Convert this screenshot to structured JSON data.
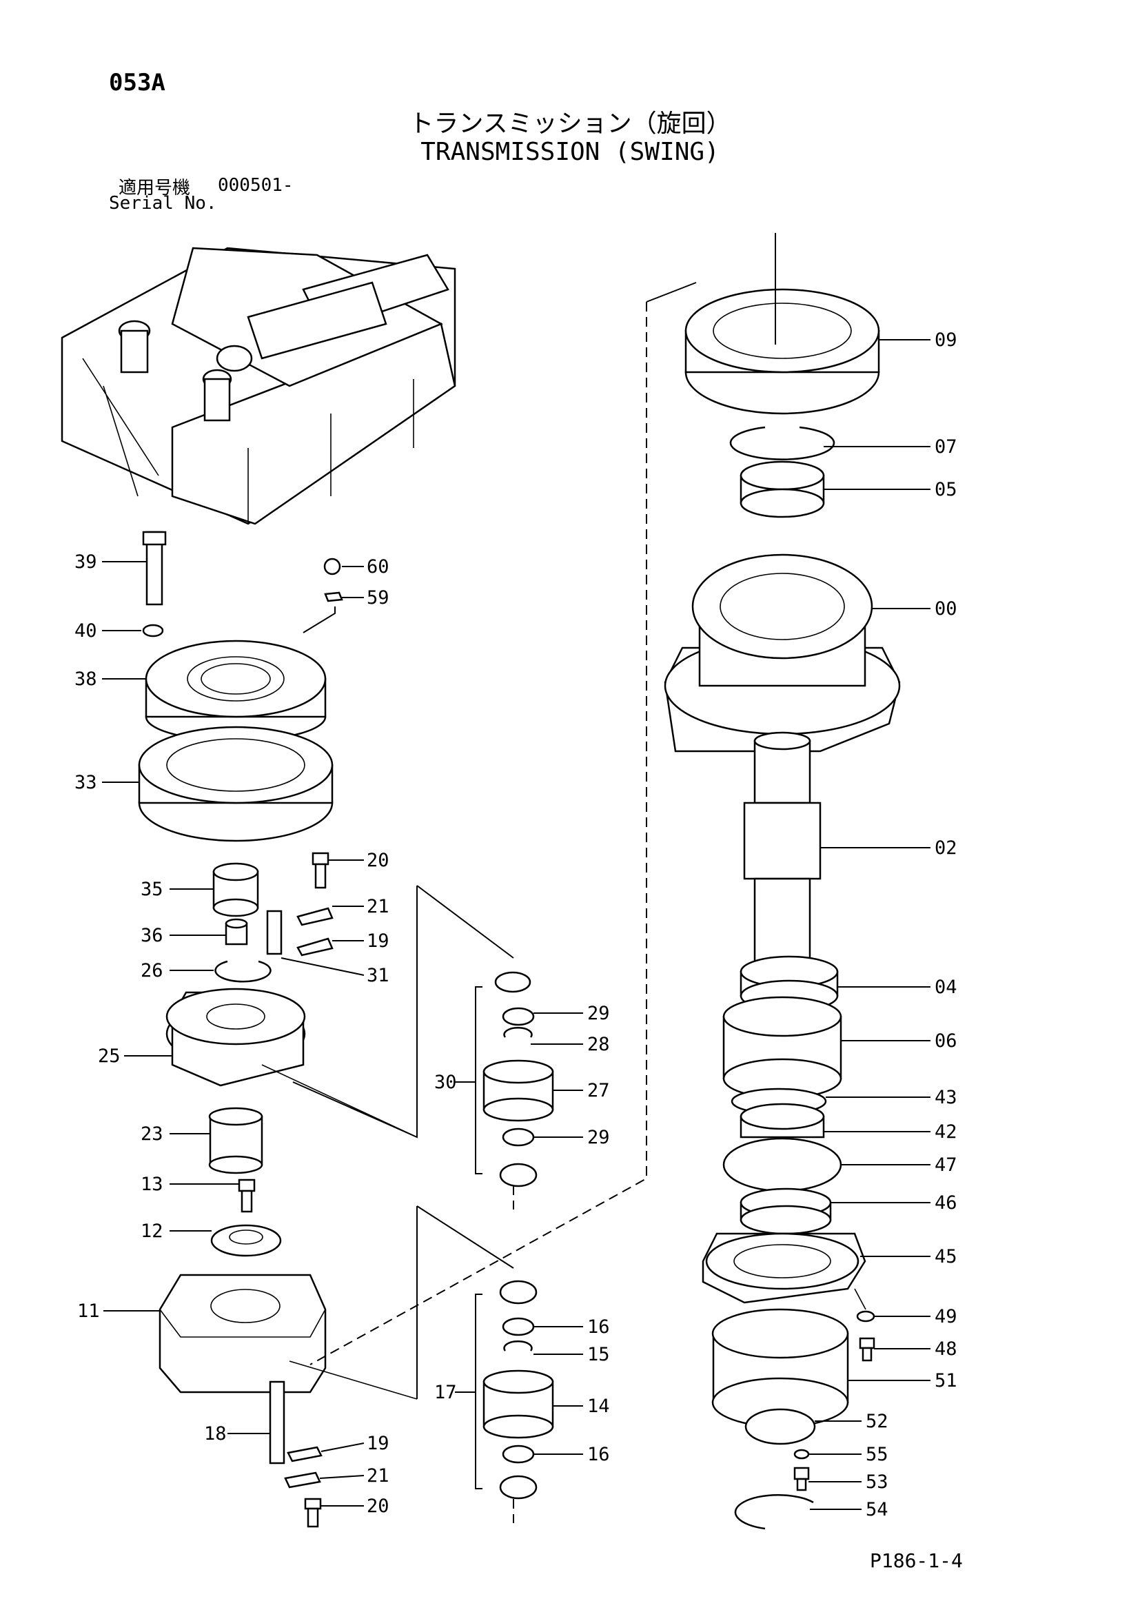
{
  "header": {
    "page_code": "053A",
    "title_jp": "トランスミッション（旋回）",
    "title_en": "TRANSMISSION (SWING)",
    "serial_label_jp": "適用号機",
    "serial_value": "000501-",
    "serial_label_en": "Serial No."
  },
  "footer": {
    "ref": "P186-1-4"
  },
  "callouts": {
    "p39": "39",
    "p40": "40",
    "p38": "38",
    "p33": "33",
    "p60": "60",
    "p59": "59",
    "p35": "35",
    "p36": "36",
    "p26": "26",
    "p25": "25",
    "p23": "23",
    "p13": "13",
    "p12": "12",
    "p11": "11",
    "p18": "18",
    "p20a": "20",
    "p21a": "21",
    "p19a": "19",
    "p31": "31",
    "p29a": "29",
    "p28": "28",
    "p30": "30",
    "p27": "27",
    "p29b": "29",
    "p16a": "16",
    "p15": "15",
    "p17": "17",
    "p14": "14",
    "p16b": "16",
    "p19b": "19",
    "p21b": "21",
    "p20b": "20",
    "p09": "09",
    "p07": "07",
    "p05": "05",
    "p00": "00",
    "p02": "02",
    "p04": "04",
    "p06": "06",
    "p43": "43",
    "p42": "42",
    "p47": "47",
    "p46": "46",
    "p45": "45",
    "p49": "49",
    "p48": "48",
    "p51": "51",
    "p52": "52",
    "p55": "55",
    "p53": "53",
    "p54": "54"
  }
}
